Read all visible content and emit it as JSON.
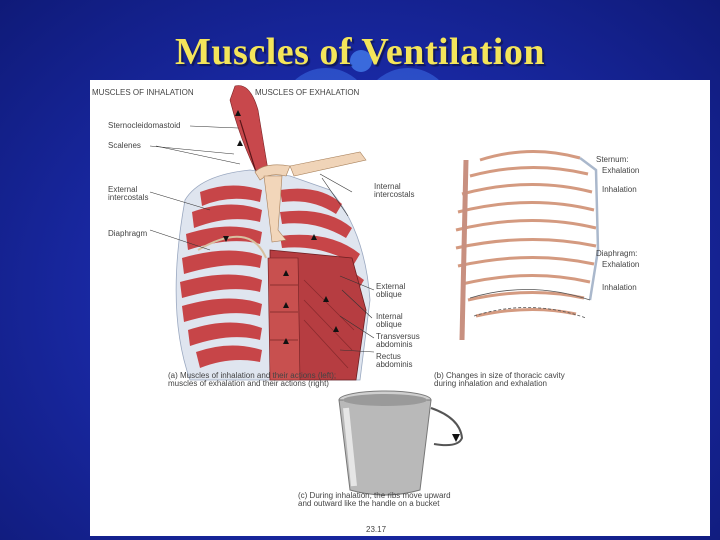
{
  "slide": {
    "title": "Muscles of Ventilation"
  },
  "figure": {
    "headers": {
      "inhalation": "MUSCLES OF INHALATION",
      "exhalation": "MUSCLES OF EXHALATION"
    },
    "left_labels": {
      "sternocleidomastoid": "Sternocleidomastoid",
      "scalenes": "Scalenes",
      "external_intercostals": "External\nintercostals",
      "diaphragm": "Diaphragm"
    },
    "right_labels": {
      "internal_intercostals": "Internal\nintercostals",
      "external_oblique": "External\noblique",
      "internal_oblique": "Internal\noblique",
      "transversus_abdominis": "Transversus\nabdominis",
      "rectus_abdominis": "Rectus\nabdominis"
    },
    "side_labels": {
      "sternum": "Sternum:",
      "sternum_exhalation": "Exhalation",
      "sternum_inhalation": "Inhalation",
      "diaphragm": "Diaphragm:",
      "diaphragm_exhalation": "Exhalation",
      "diaphragm_inhalation": "Inhalation"
    },
    "captions": {
      "a": "(a) Muscles of inhalation and their actions (left);\nmuscles of exhalation and their actions (right)",
      "b": "(b) Changes in size of thoracic cavity\nduring inhalation and exhalation",
      "c": "(c) During inhalation, the ribs move upward\nand outward like the handle on a bucket"
    },
    "figure_number": "23.17"
  }
}
